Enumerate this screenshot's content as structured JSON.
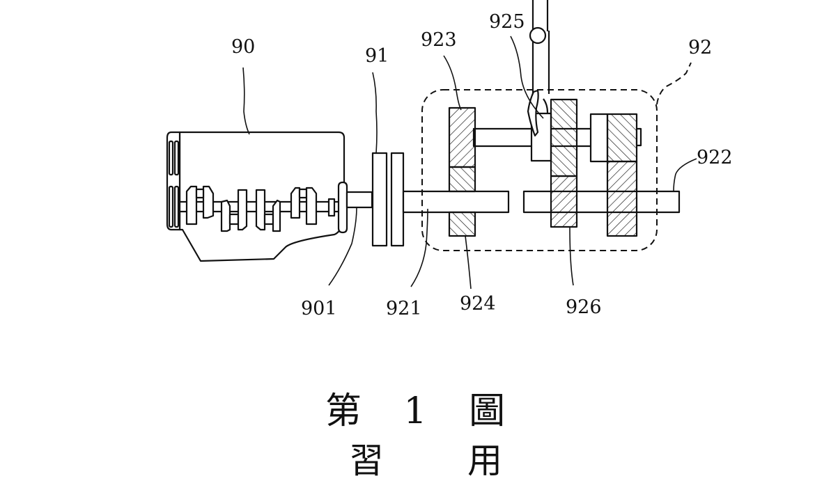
{
  "figure": {
    "title": "第 1 圖",
    "subtitle": "習 用"
  },
  "components": [
    {
      "id": "90",
      "label": "90",
      "name": "engine"
    },
    {
      "id": "901",
      "label": "901",
      "name": "crankshaft-output"
    },
    {
      "id": "91",
      "label": "91",
      "name": "clutch"
    },
    {
      "id": "92",
      "label": "92",
      "name": "transmission"
    },
    {
      "id": "921",
      "label": "921",
      "name": "input-shaft"
    },
    {
      "id": "922",
      "label": "922",
      "name": "output-shaft"
    },
    {
      "id": "923",
      "label": "923",
      "name": "counter-gear"
    },
    {
      "id": "924",
      "label": "924",
      "name": "input-gear"
    },
    {
      "id": "925",
      "label": "925",
      "name": "shift-fork"
    },
    {
      "id": "926",
      "label": "926",
      "name": "output-gear"
    }
  ],
  "colors": {
    "ink": "#111111",
    "paper": "#ffffff"
  }
}
